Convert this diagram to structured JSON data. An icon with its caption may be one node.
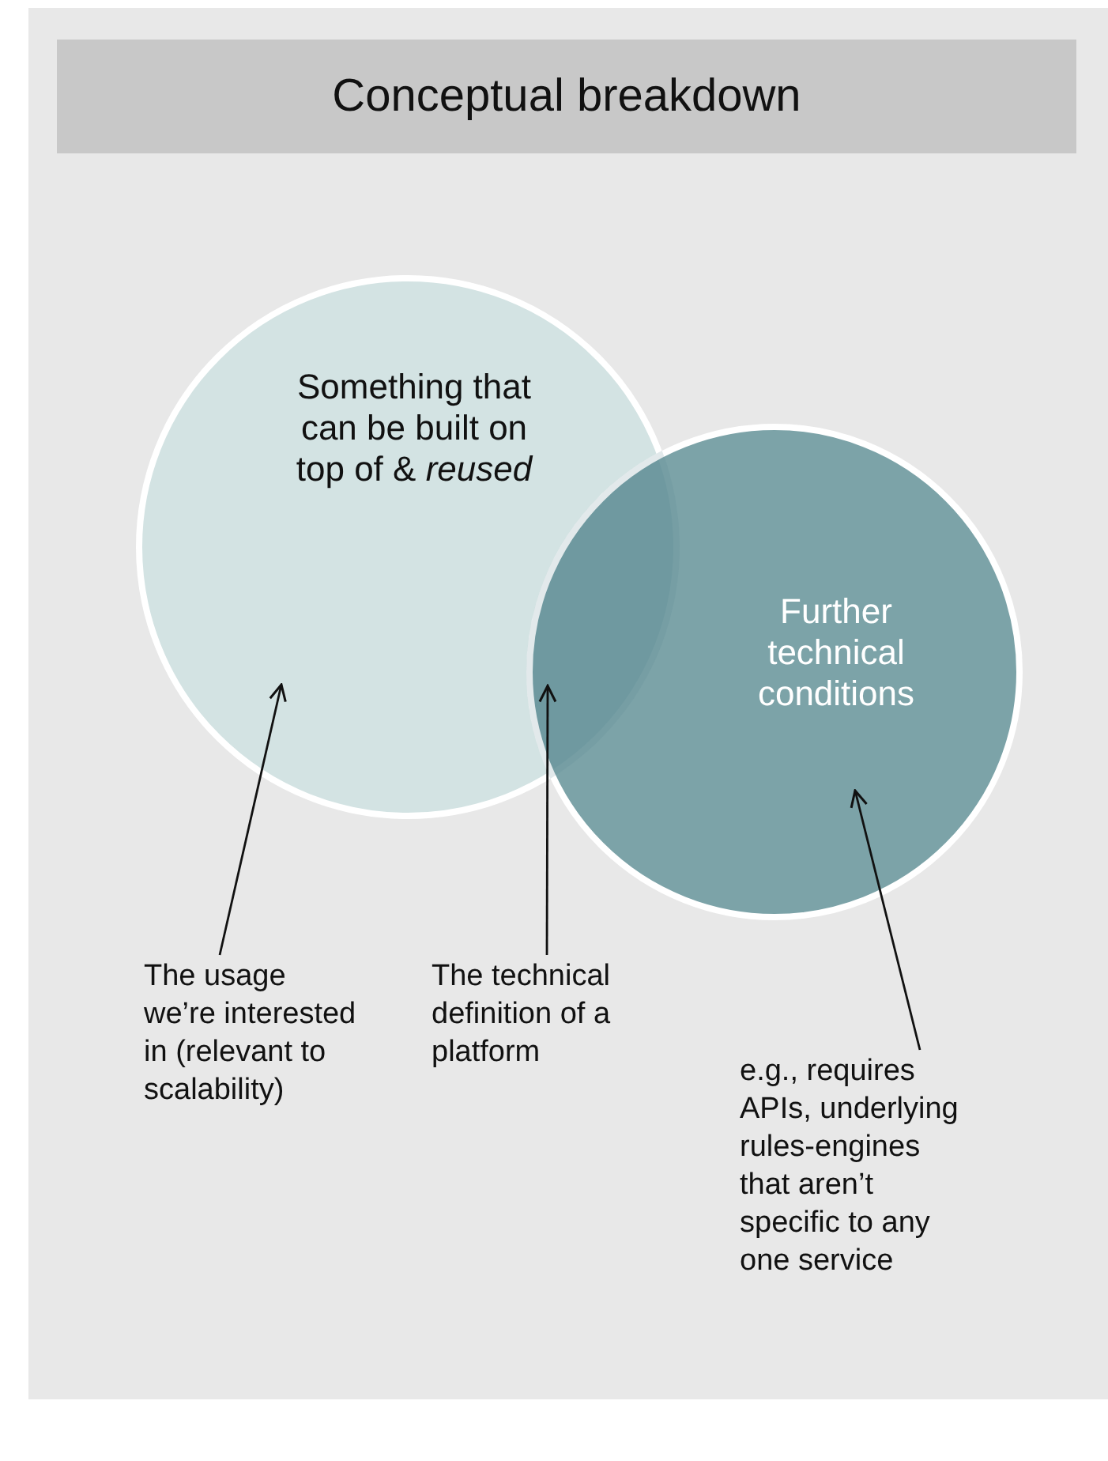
{
  "diagram": {
    "title": "Conceptual breakdown",
    "nodes": [
      {
        "text": [
          "Something that can be built on top of & *reused*"
        ]
      },
      {
        "text": [
          "Further technical conditions"
        ]
      },
      {
        "text": [
          "The usage we’re interested in (relevant to scalability)"
        ]
      },
      {
        "text": [
          "The technical definition of a platform"
        ]
      },
      {
        "text": [
          "e.g., requires APIs, underlying rules-engines that aren’t specific to any one service"
        ]
      },
      {
        "text": [],
        "shape": "lens"
      }
    ],
    "edges": [
      {
        "from": 2,
        "to": 0,
        "arrow": "to"
      },
      {
        "from": 3,
        "to": 5,
        "arrow": "to"
      },
      {
        "from": 4,
        "to": 1,
        "arrow": "to"
      }
    ]
  }
}
